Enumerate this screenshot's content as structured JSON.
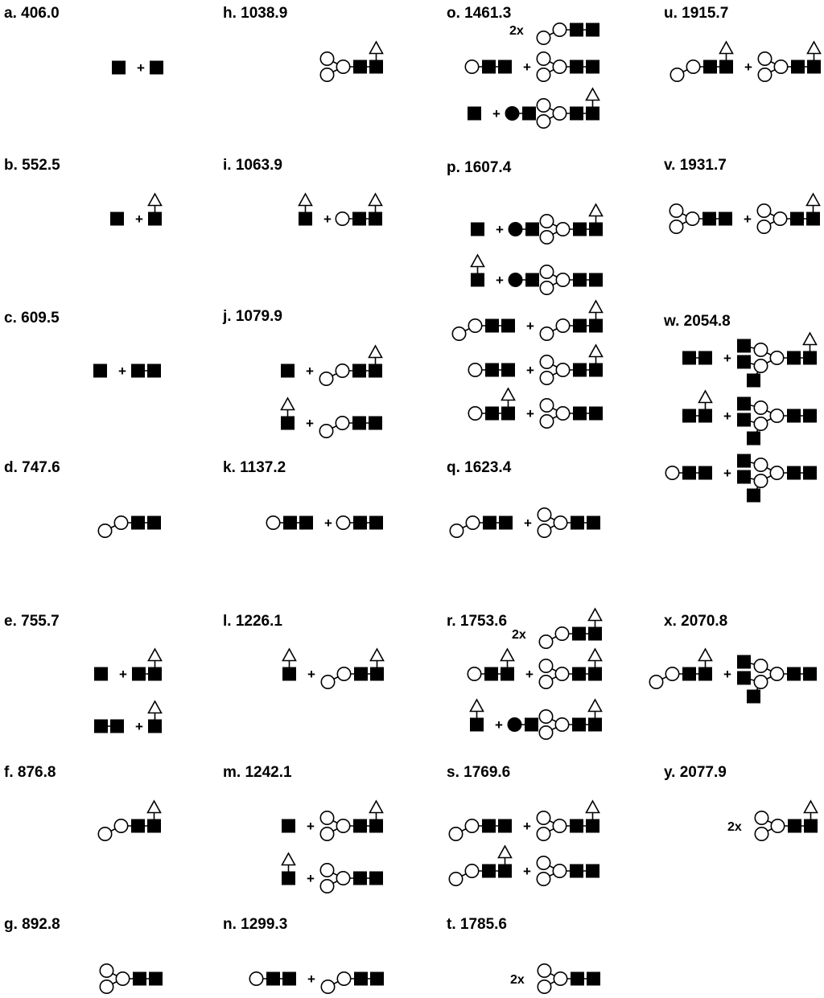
{
  "figure": {
    "background": "#ffffff",
    "ink_color": "#000000",
    "legend_symbols": {
      "filled_square": "glycan-residue-filled-square",
      "open_circle": "glycan-residue-open-circle",
      "filled_circle": "glycan-residue-filled-circle",
      "open_triangle": "glycan-residue-open-triangle"
    }
  },
  "panels": [
    {
      "id": "a",
      "label": "a. 406.0",
      "rows": [
        {
          "parts": [
            "H",
            "+",
            "H"
          ]
        }
      ]
    },
    {
      "id": "b",
      "label": "b. 552.5",
      "rows": [
        {
          "parts": [
            "H",
            "+",
            "HF"
          ]
        }
      ]
    },
    {
      "id": "c",
      "label": "c. 609.5",
      "rows": [
        {
          "parts": [
            "H",
            "+",
            "HH"
          ]
        }
      ]
    },
    {
      "id": "d",
      "label": "d. 747.6",
      "rows": [
        {
          "parts": [
            "oHH"
          ]
        }
      ]
    },
    {
      "id": "e",
      "label": "e. 755.7",
      "rows": [
        {
          "parts": [
            "H",
            "+",
            "HHF"
          ]
        },
        {
          "parts": [
            "HH",
            "+",
            "HF"
          ]
        }
      ]
    },
    {
      "id": "f",
      "label": "f. 876.8",
      "rows": [
        {
          "parts": [
            "oHHF"
          ]
        }
      ]
    },
    {
      "id": "g",
      "label": "g. 892.8",
      "rows": [
        {
          "parts": [
            "YHH"
          ]
        }
      ]
    },
    {
      "id": "h",
      "label": "h. 1038.9",
      "rows": [
        {
          "parts": [
            "YHHF"
          ]
        }
      ]
    },
    {
      "id": "i",
      "label": "i. 1063.9",
      "rows": [
        {
          "parts": [
            "HF",
            "+",
            "cHHF"
          ]
        }
      ]
    },
    {
      "id": "j",
      "label": "j. 1079.9",
      "rows": [
        {
          "parts": [
            "H",
            "+",
            "oHHF"
          ]
        },
        {
          "parts": [
            "HF",
            "+",
            "oHH"
          ]
        }
      ]
    },
    {
      "id": "k",
      "label": "k. 1137.2",
      "rows": [
        {
          "parts": [
            "cHH",
            "+",
            "cHH"
          ]
        }
      ]
    },
    {
      "id": "l",
      "label": "l. 1226.1",
      "rows": [
        {
          "parts": [
            "HF",
            "+",
            "oHHF"
          ]
        }
      ]
    },
    {
      "id": "m",
      "label": "m. 1242.1",
      "rows": [
        {
          "parts": [
            "H",
            "+",
            "YHHF"
          ]
        },
        {
          "parts": [
            "HF",
            "+",
            "YHH"
          ]
        }
      ]
    },
    {
      "id": "n",
      "label": "n. 1299.3",
      "rows": [
        {
          "parts": [
            "cHH",
            "+",
            "oHH"
          ]
        }
      ]
    },
    {
      "id": "o",
      "label": "o. 1461.3",
      "rows": [
        {
          "parts": [
            "2x",
            "oHH"
          ]
        },
        {
          "parts": [
            "cHH",
            "+",
            "YHH"
          ]
        },
        {
          "parts": [
            "H",
            "+",
            "BH",
            "YHHF"
          ]
        }
      ]
    },
    {
      "id": "p",
      "label": "p. 1607.4",
      "rows": [
        {
          "parts": [
            "H",
            "+",
            "BH",
            "YHHF"
          ]
        },
        {
          "parts": [
            "HF",
            "+",
            "BH",
            "YHH"
          ]
        },
        {
          "parts": [
            "oHH",
            "+",
            "oHHF"
          ]
        },
        {
          "parts": [
            "cHH",
            "+",
            "YHHF"
          ]
        },
        {
          "parts": [
            "cHHF",
            "+",
            "YHH"
          ]
        }
      ]
    },
    {
      "id": "q",
      "label": "q. 1623.4",
      "rows": [
        {
          "parts": [
            "oHH",
            "+",
            "YHH"
          ]
        }
      ]
    },
    {
      "id": "r",
      "label": "r. 1753.6",
      "rows": [
        {
          "parts": [
            "2x",
            "oHHF"
          ]
        },
        {
          "parts": [
            "cHHF",
            "+",
            "YHHF"
          ]
        },
        {
          "parts": [
            "HF",
            "+",
            "BH",
            "YHHF"
          ]
        }
      ]
    },
    {
      "id": "s",
      "label": "s. 1769.6",
      "rows": [
        {
          "parts": [
            "oHH",
            "+",
            "YHHF"
          ]
        },
        {
          "parts": [
            "oHHF",
            "+",
            "YHH"
          ]
        }
      ]
    },
    {
      "id": "t",
      "label": "t. 1785.6",
      "rows": [
        {
          "parts": [
            "2x",
            "YHH"
          ]
        }
      ]
    },
    {
      "id": "u",
      "label": "u. 1915.7",
      "rows": [
        {
          "parts": [
            "oHHF",
            "+",
            "YHHF"
          ]
        }
      ]
    },
    {
      "id": "v",
      "label": "v. 1931.7",
      "rows": [
        {
          "parts": [
            "YHH",
            "+",
            "YHHF"
          ]
        }
      ]
    },
    {
      "id": "w",
      "label": "w. 2054.8",
      "rows": [
        {
          "parts": [
            "HH",
            "+",
            "WHHF"
          ]
        },
        {
          "parts": [
            "HHF",
            "+",
            "WHH"
          ]
        },
        {
          "parts": [
            "cHH",
            "+",
            "WHH"
          ]
        }
      ]
    },
    {
      "id": "x",
      "label": "x. 2070.8",
      "rows": [
        {
          "parts": [
            "oHHF",
            "+",
            "WHH"
          ]
        }
      ]
    },
    {
      "id": "y",
      "label": "y. 2077.9",
      "rows": [
        {
          "parts": [
            "2x",
            "YHHF"
          ]
        }
      ]
    }
  ]
}
